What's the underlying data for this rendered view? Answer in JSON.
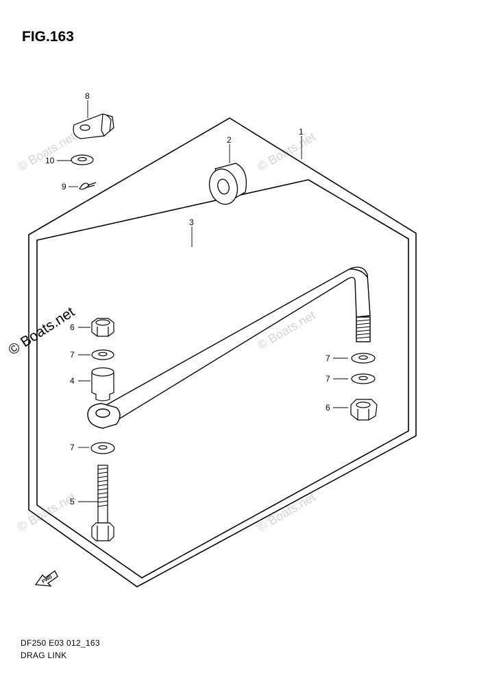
{
  "figure": {
    "title": "FIG.163",
    "code": "DF250 E03 012_163",
    "caption": "DRAG LINK"
  },
  "callouts": {
    "c1": "1",
    "c2": "2",
    "c3": "3",
    "c4": "4",
    "c5": "5",
    "c6a": "6",
    "c6b": "6",
    "c7a": "7",
    "c7b": "7",
    "c7c": "7",
    "c7d": "7",
    "c8": "8",
    "c9": "9",
    "c10": "10"
  },
  "fwd_label": "FWD",
  "watermark": "© Boats.net",
  "colors": {
    "line": "#000000",
    "watermark": "#d4d4d4",
    "background": "#ffffff"
  }
}
